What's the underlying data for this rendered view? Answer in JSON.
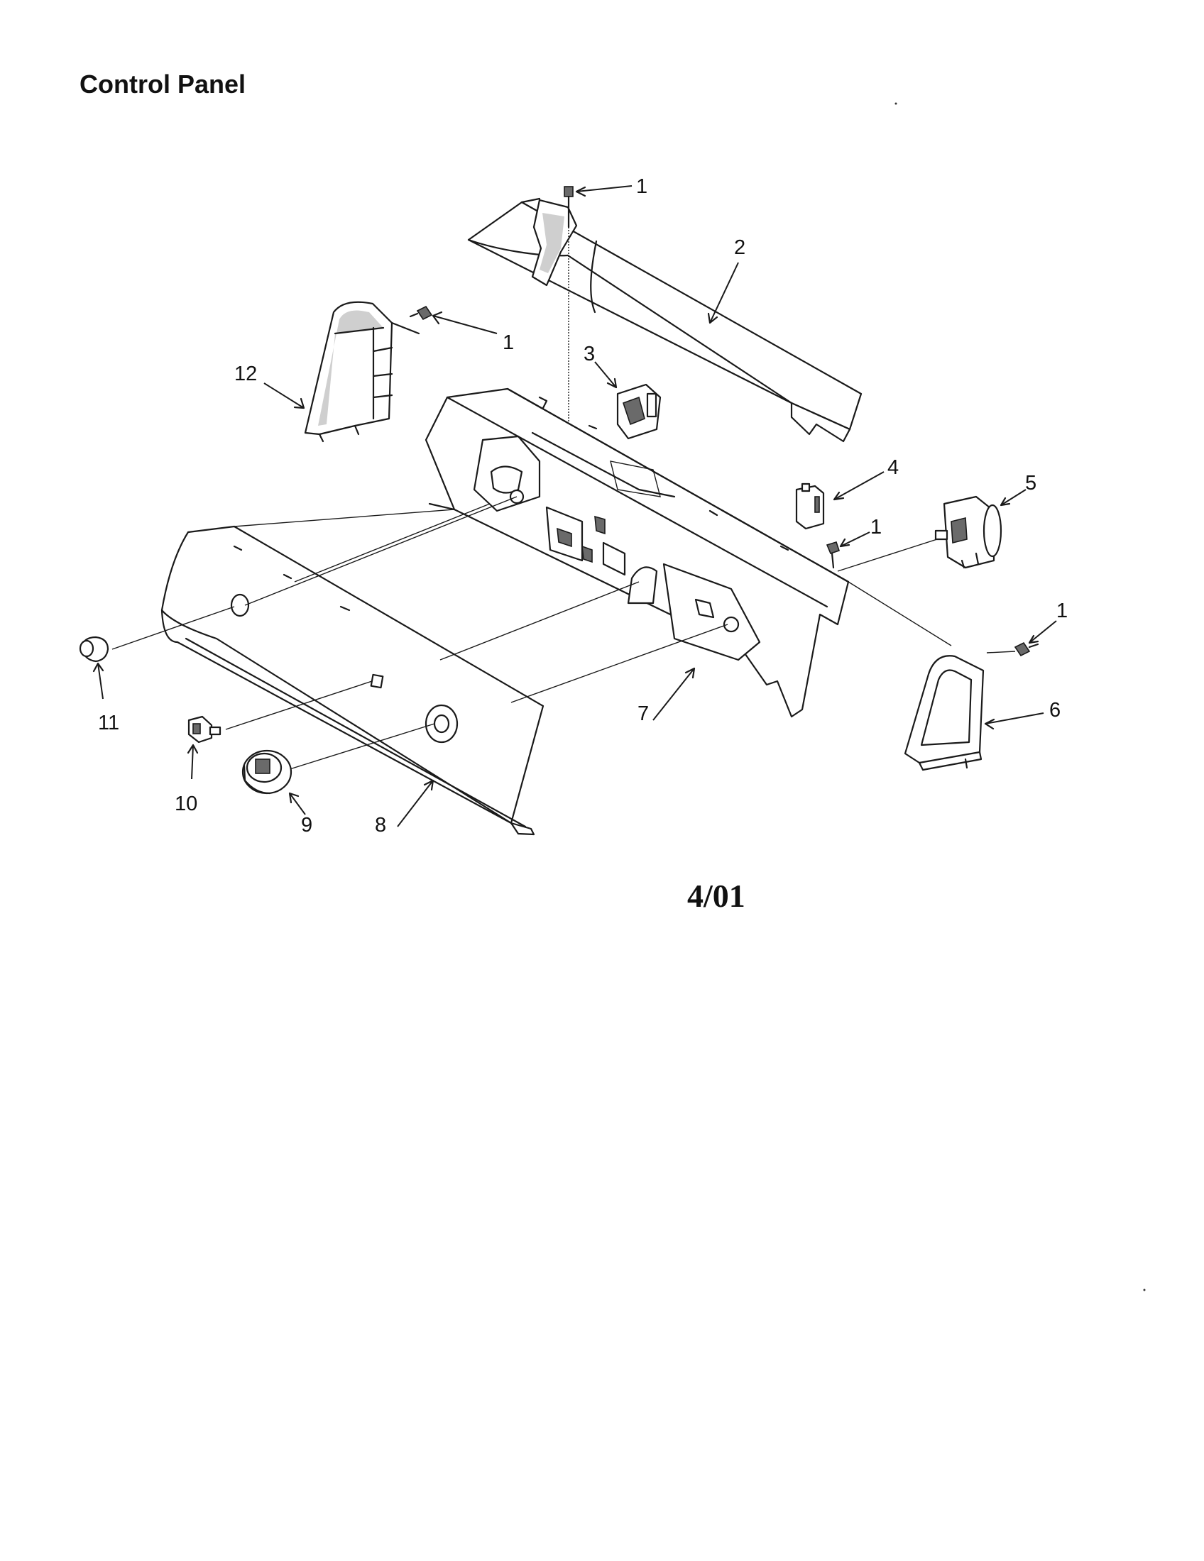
{
  "title": "Control Panel",
  "revision": "4/01",
  "callouts": {
    "c1a": "1",
    "c1b": "1",
    "c1c": "1",
    "c1d": "1",
    "c2": "2",
    "c3": "3",
    "c4": "4",
    "c5": "5",
    "c6": "6",
    "c7": "7",
    "c8": "8",
    "c9": "9",
    "c10": "10",
    "c11": "11",
    "c12": "12"
  },
  "colors": {
    "ink": "#111111",
    "background": "#ffffff",
    "shade": "#cfcfcf"
  }
}
